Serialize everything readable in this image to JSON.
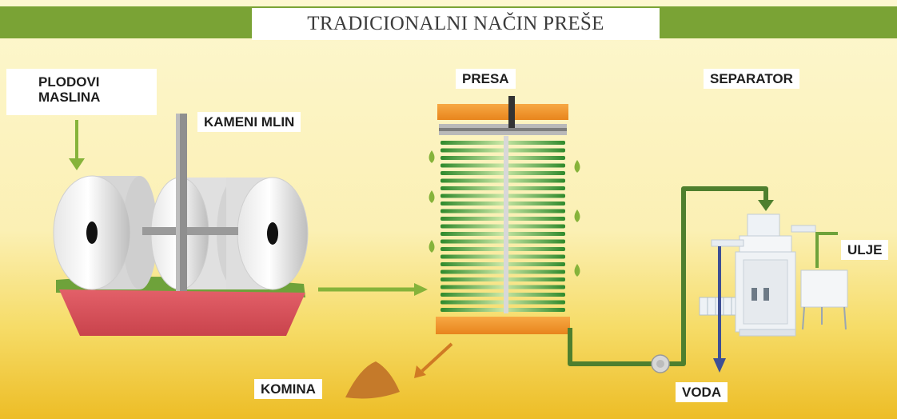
{
  "title": "TRADICIONALNI NAČIN PREŠE",
  "labels": {
    "plodovi_line1": "PLODOVI",
    "plodovi_line2": "MASLINA",
    "kameni_mlin": "KAMENI MLIN",
    "presa": "PRESA",
    "separator": "SEPARATOR",
    "ulje": "ULJE",
    "komina": "KOMINA",
    "voda": "VODA"
  },
  "colors": {
    "background_top": "#fbf6c6",
    "background_bottom": "#eec02a",
    "header_band": "#6f9a2a",
    "arrow_green": "#86b33a",
    "pipe_green": "#4e7f2e",
    "basin_red": "#d9535b",
    "press_orange": "#f3952c",
    "press_plates": "#3f9a35",
    "water_arrow": "#3d4f95",
    "komina_arrow": "#d07a24",
    "komina_pile": "#c57a2a"
  }
}
